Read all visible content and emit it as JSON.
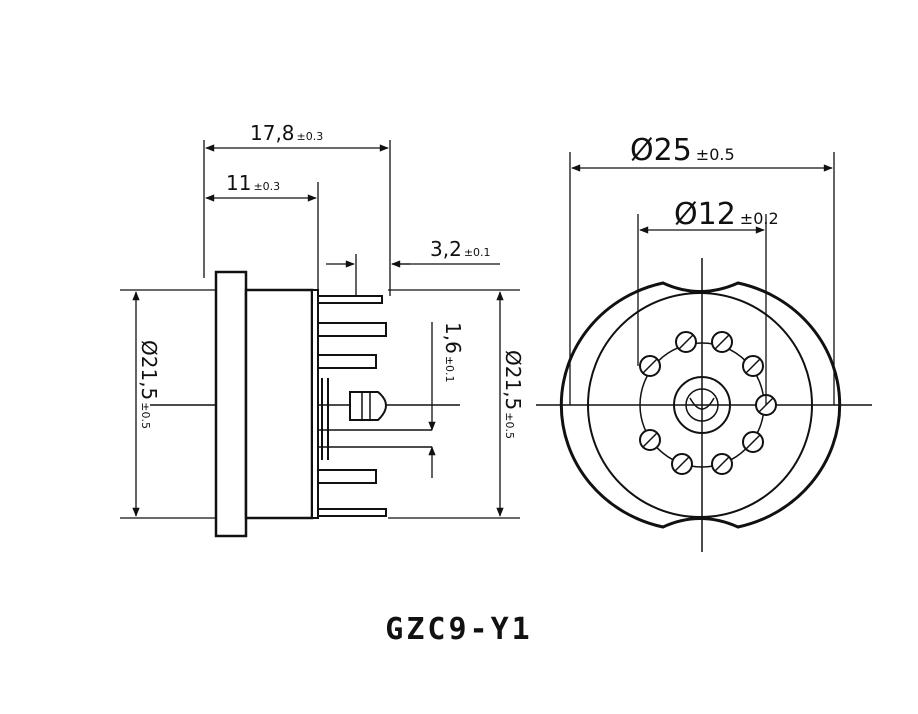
{
  "title": "GZC9-Y1",
  "side_view": {
    "dim_overall_length": {
      "value": "17,8",
      "tol": "±0.3"
    },
    "dim_body_length": {
      "value": "11",
      "tol": "±0.3"
    },
    "dim_pin_spacing": {
      "value": "3,2",
      "tol": "±0.1"
    },
    "dim_pin_width": {
      "value": "1,6",
      "tol": "±0.1"
    },
    "dim_diameter_left": {
      "value": "Ø21,5",
      "tol": "±0.5"
    },
    "dim_diameter_right": {
      "value": "Ø21,5",
      "tol": "±0.5"
    }
  },
  "front_view": {
    "dim_outer_diameter": {
      "value": "Ø25",
      "tol": "±0.5"
    },
    "dim_pin_circle": {
      "value": "Ø12",
      "tol": "±0.2"
    }
  }
}
